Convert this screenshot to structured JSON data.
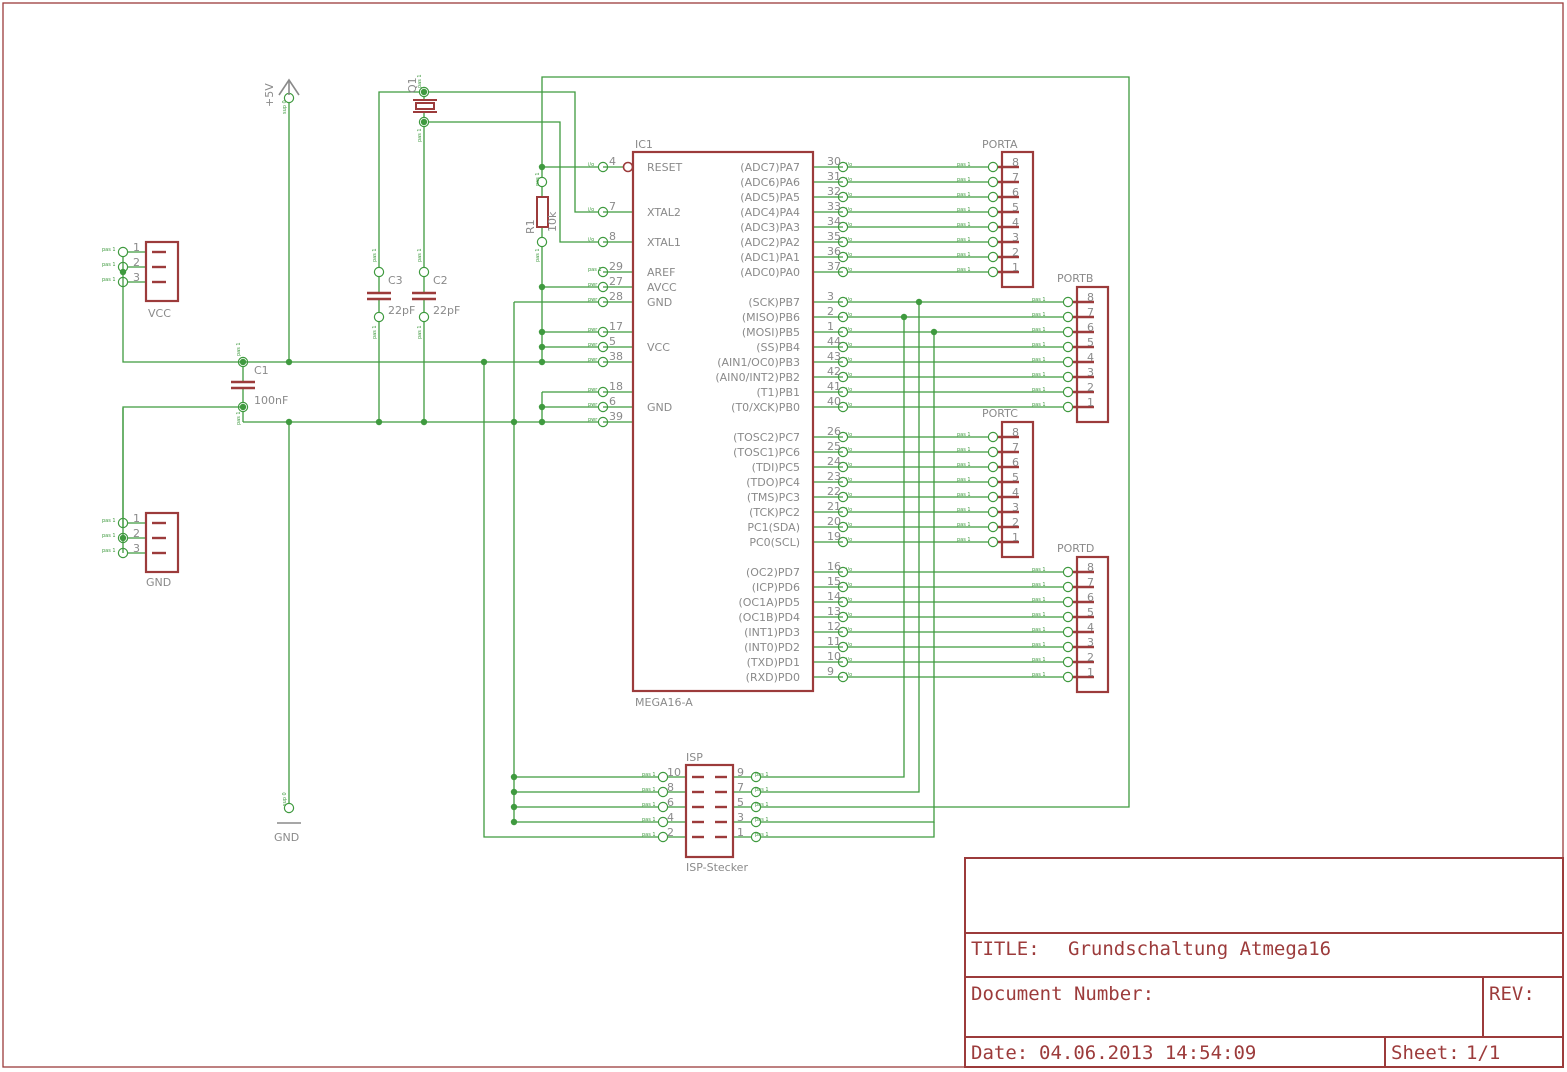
{
  "title_block": {
    "title_label": "TITLE:",
    "title_value": "Grundschaltung Atmega16",
    "docnum_label": "Document Number:",
    "rev_label": "REV:",
    "date_label": "Date:",
    "date_value": "04.06.2013 14:54:09",
    "sheet_label": "Sheet:",
    "sheet_value": "1/1"
  },
  "supply": {
    "vcc": "+5V",
    "gnd": "GND"
  },
  "connectors": {
    "vcc": {
      "name": "VCC",
      "pins": [
        "1",
        "2",
        "3"
      ]
    },
    "gnd": {
      "name": "GND",
      "pins": [
        "1",
        "2",
        "3"
      ]
    }
  },
  "components": {
    "c1": {
      "name": "C1",
      "value": "100nF"
    },
    "c2": {
      "name": "C2",
      "value": "22pF"
    },
    "c3": {
      "name": "C3",
      "value": "22pF"
    },
    "r1": {
      "name": "R1",
      "value": "10k"
    },
    "q1": {
      "name": "Q1"
    }
  },
  "ic": {
    "name": "IC1",
    "part": "MEGA16-A",
    "left_pins": [
      {
        "num": "4",
        "label": "RESET"
      },
      {
        "num": "7",
        "label": "XTAL2"
      },
      {
        "num": "8",
        "label": "XTAL1"
      },
      {
        "num": "29",
        "label": "AREF"
      },
      {
        "num": "27",
        "label": "AVCC"
      },
      {
        "num": "28",
        "label": "GND"
      },
      {
        "num": "17",
        "label": ""
      },
      {
        "num": "5",
        "label": "VCC"
      },
      {
        "num": "38",
        "label": ""
      },
      {
        "num": "18",
        "label": ""
      },
      {
        "num": "6",
        "label": "GND"
      },
      {
        "num": "39",
        "label": ""
      }
    ],
    "porta_pins": [
      {
        "num": "30",
        "label": "(ADC7)PA7"
      },
      {
        "num": "31",
        "label": "(ADC6)PA6"
      },
      {
        "num": "32",
        "label": "(ADC5)PA5"
      },
      {
        "num": "33",
        "label": "(ADC4)PA4"
      },
      {
        "num": "34",
        "label": "(ADC3)PA3"
      },
      {
        "num": "35",
        "label": "(ADC2)PA2"
      },
      {
        "num": "36",
        "label": "(ADC1)PA1"
      },
      {
        "num": "37",
        "label": "(ADC0)PA0"
      }
    ],
    "portb_pins": [
      {
        "num": "3",
        "label": "(SCK)PB7"
      },
      {
        "num": "2",
        "label": "(MISO)PB6"
      },
      {
        "num": "1",
        "label": "(MOSI)PB5"
      },
      {
        "num": "44",
        "label": "(SS)PB4"
      },
      {
        "num": "43",
        "label": "(AIN1/OC0)PB3"
      },
      {
        "num": "42",
        "label": "(AIN0/INT2)PB2"
      },
      {
        "num": "41",
        "label": "(T1)PB1"
      },
      {
        "num": "40",
        "label": "(T0/XCK)PB0"
      }
    ],
    "portc_pins": [
      {
        "num": "26",
        "label": "(TOSC2)PC7"
      },
      {
        "num": "25",
        "label": "(TOSC1)PC6"
      },
      {
        "num": "24",
        "label": "(TDI)PC5"
      },
      {
        "num": "23",
        "label": "(TDO)PC4"
      },
      {
        "num": "22",
        "label": "(TMS)PC3"
      },
      {
        "num": "21",
        "label": "(TCK)PC2"
      },
      {
        "num": "20",
        "label": "PC1(SDA)"
      },
      {
        "num": "19",
        "label": "PC0(SCL)"
      }
    ],
    "portd_pins": [
      {
        "num": "16",
        "label": "(OC2)PD7"
      },
      {
        "num": "15",
        "label": "(ICP)PD6"
      },
      {
        "num": "14",
        "label": "(OC1A)PD5"
      },
      {
        "num": "13",
        "label": "(OC1B)PD4"
      },
      {
        "num": "12",
        "label": "(INT1)PD3"
      },
      {
        "num": "11",
        "label": "(INT0)PD2"
      },
      {
        "num": "10",
        "label": "(TXD)PD1"
      },
      {
        "num": "9",
        "label": "(RXD)PD0"
      }
    ]
  },
  "port_headers": [
    {
      "name": "PORTA",
      "pins": [
        "8",
        "7",
        "6",
        "5",
        "4",
        "3",
        "2",
        "1"
      ]
    },
    {
      "name": "PORTB",
      "pins": [
        "8",
        "7",
        "6",
        "5",
        "4",
        "3",
        "2",
        "1"
      ]
    },
    {
      "name": "PORTC",
      "pins": [
        "8",
        "7",
        "6",
        "5",
        "4",
        "3",
        "2",
        "1"
      ]
    },
    {
      "name": "PORTD",
      "pins": [
        "8",
        "7",
        "6",
        "5",
        "4",
        "3",
        "2",
        "1"
      ]
    }
  ],
  "isp": {
    "name": "ISP",
    "value": "ISP-Stecker",
    "left_pins": [
      "10",
      "8",
      "6",
      "4",
      "2"
    ],
    "right_pins": [
      "9",
      "7",
      "5",
      "3",
      "1"
    ]
  },
  "pin_tags": {
    "pas": "pas 1",
    "io": "i/o",
    "pwr": "pwr",
    "sup": "sup 0"
  }
}
